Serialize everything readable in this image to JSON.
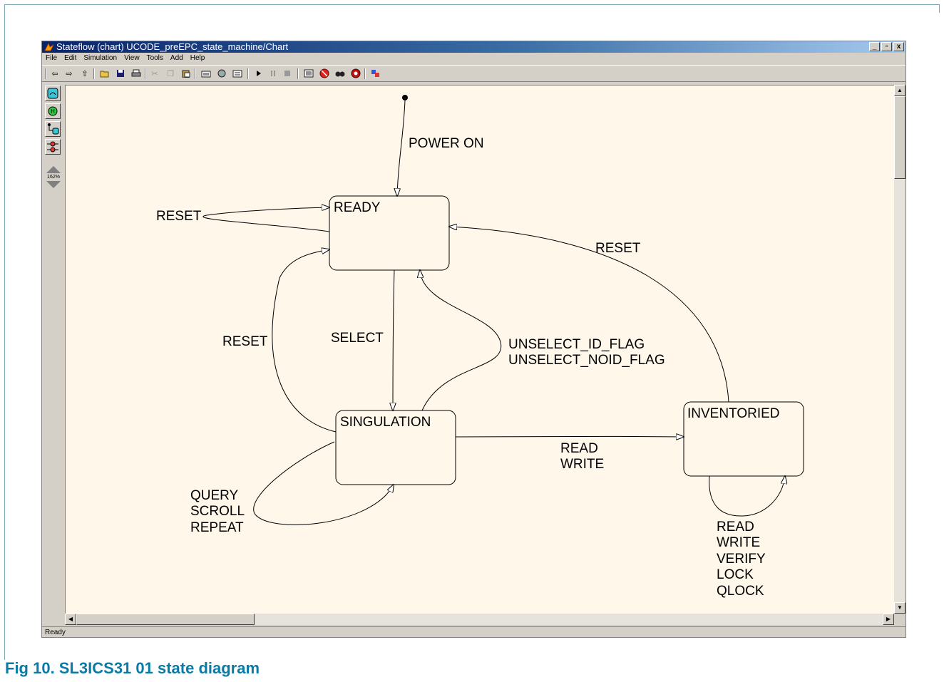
{
  "window": {
    "title": "Stateflow (chart) UCODE_preEPC_state_machine/Chart",
    "buttons": {
      "minimize": "_",
      "restore": "▫",
      "close": "x"
    }
  },
  "menubar": [
    "File",
    "Edit",
    "Simulation",
    "View",
    "Tools",
    "Add",
    "Help"
  ],
  "toolbar": {
    "icons": [
      "back-icon",
      "forward-icon",
      "up-icon",
      "open-icon",
      "save-icon",
      "print-icon",
      "cut-icon",
      "copy-icon",
      "paste-icon",
      "explorer-icon",
      "library-icon",
      "debug-icon",
      "play-icon",
      "pause-icon",
      "stop-icon",
      "model-browser-icon",
      "breakpoint-icon",
      "find-icon",
      "target-icon",
      "fit-icon"
    ]
  },
  "palette": {
    "tools": [
      "state-tool-icon",
      "history-junction-icon",
      "default-transition-icon",
      "connective-junction-icon"
    ],
    "zoom_label": "162%"
  },
  "diagram": {
    "states": [
      {
        "id": "ready",
        "label": "READY"
      },
      {
        "id": "singulation",
        "label": "SINGULATION"
      },
      {
        "id": "inventoried",
        "label": "INVENTORIED"
      }
    ],
    "transitions": [
      {
        "id": "power-on",
        "lines": [
          "POWER ON"
        ]
      },
      {
        "id": "reset-self",
        "lines": [
          "RESET"
        ]
      },
      {
        "id": "reset-inventoried",
        "lines": [
          "RESET"
        ]
      },
      {
        "id": "reset-singulation",
        "lines": [
          "RESET"
        ]
      },
      {
        "id": "select",
        "lines": [
          "SELECT"
        ]
      },
      {
        "id": "unselect",
        "lines": [
          "UNSELECT_ID_FLAG",
          "UNSELECT_NOID_FLAG"
        ]
      },
      {
        "id": "read-write",
        "lines": [
          "READ",
          "WRITE"
        ]
      },
      {
        "id": "query-loop",
        "lines": [
          "QUERY",
          "SCROLL",
          "REPEAT"
        ]
      },
      {
        "id": "inventoried-loop",
        "lines": [
          "READ",
          "WRITE",
          "VERIFY",
          "LOCK",
          "QLOCK"
        ]
      }
    ]
  },
  "status": "Ready",
  "caption": "Fig 10.  SL3ICS31 01 state diagram"
}
